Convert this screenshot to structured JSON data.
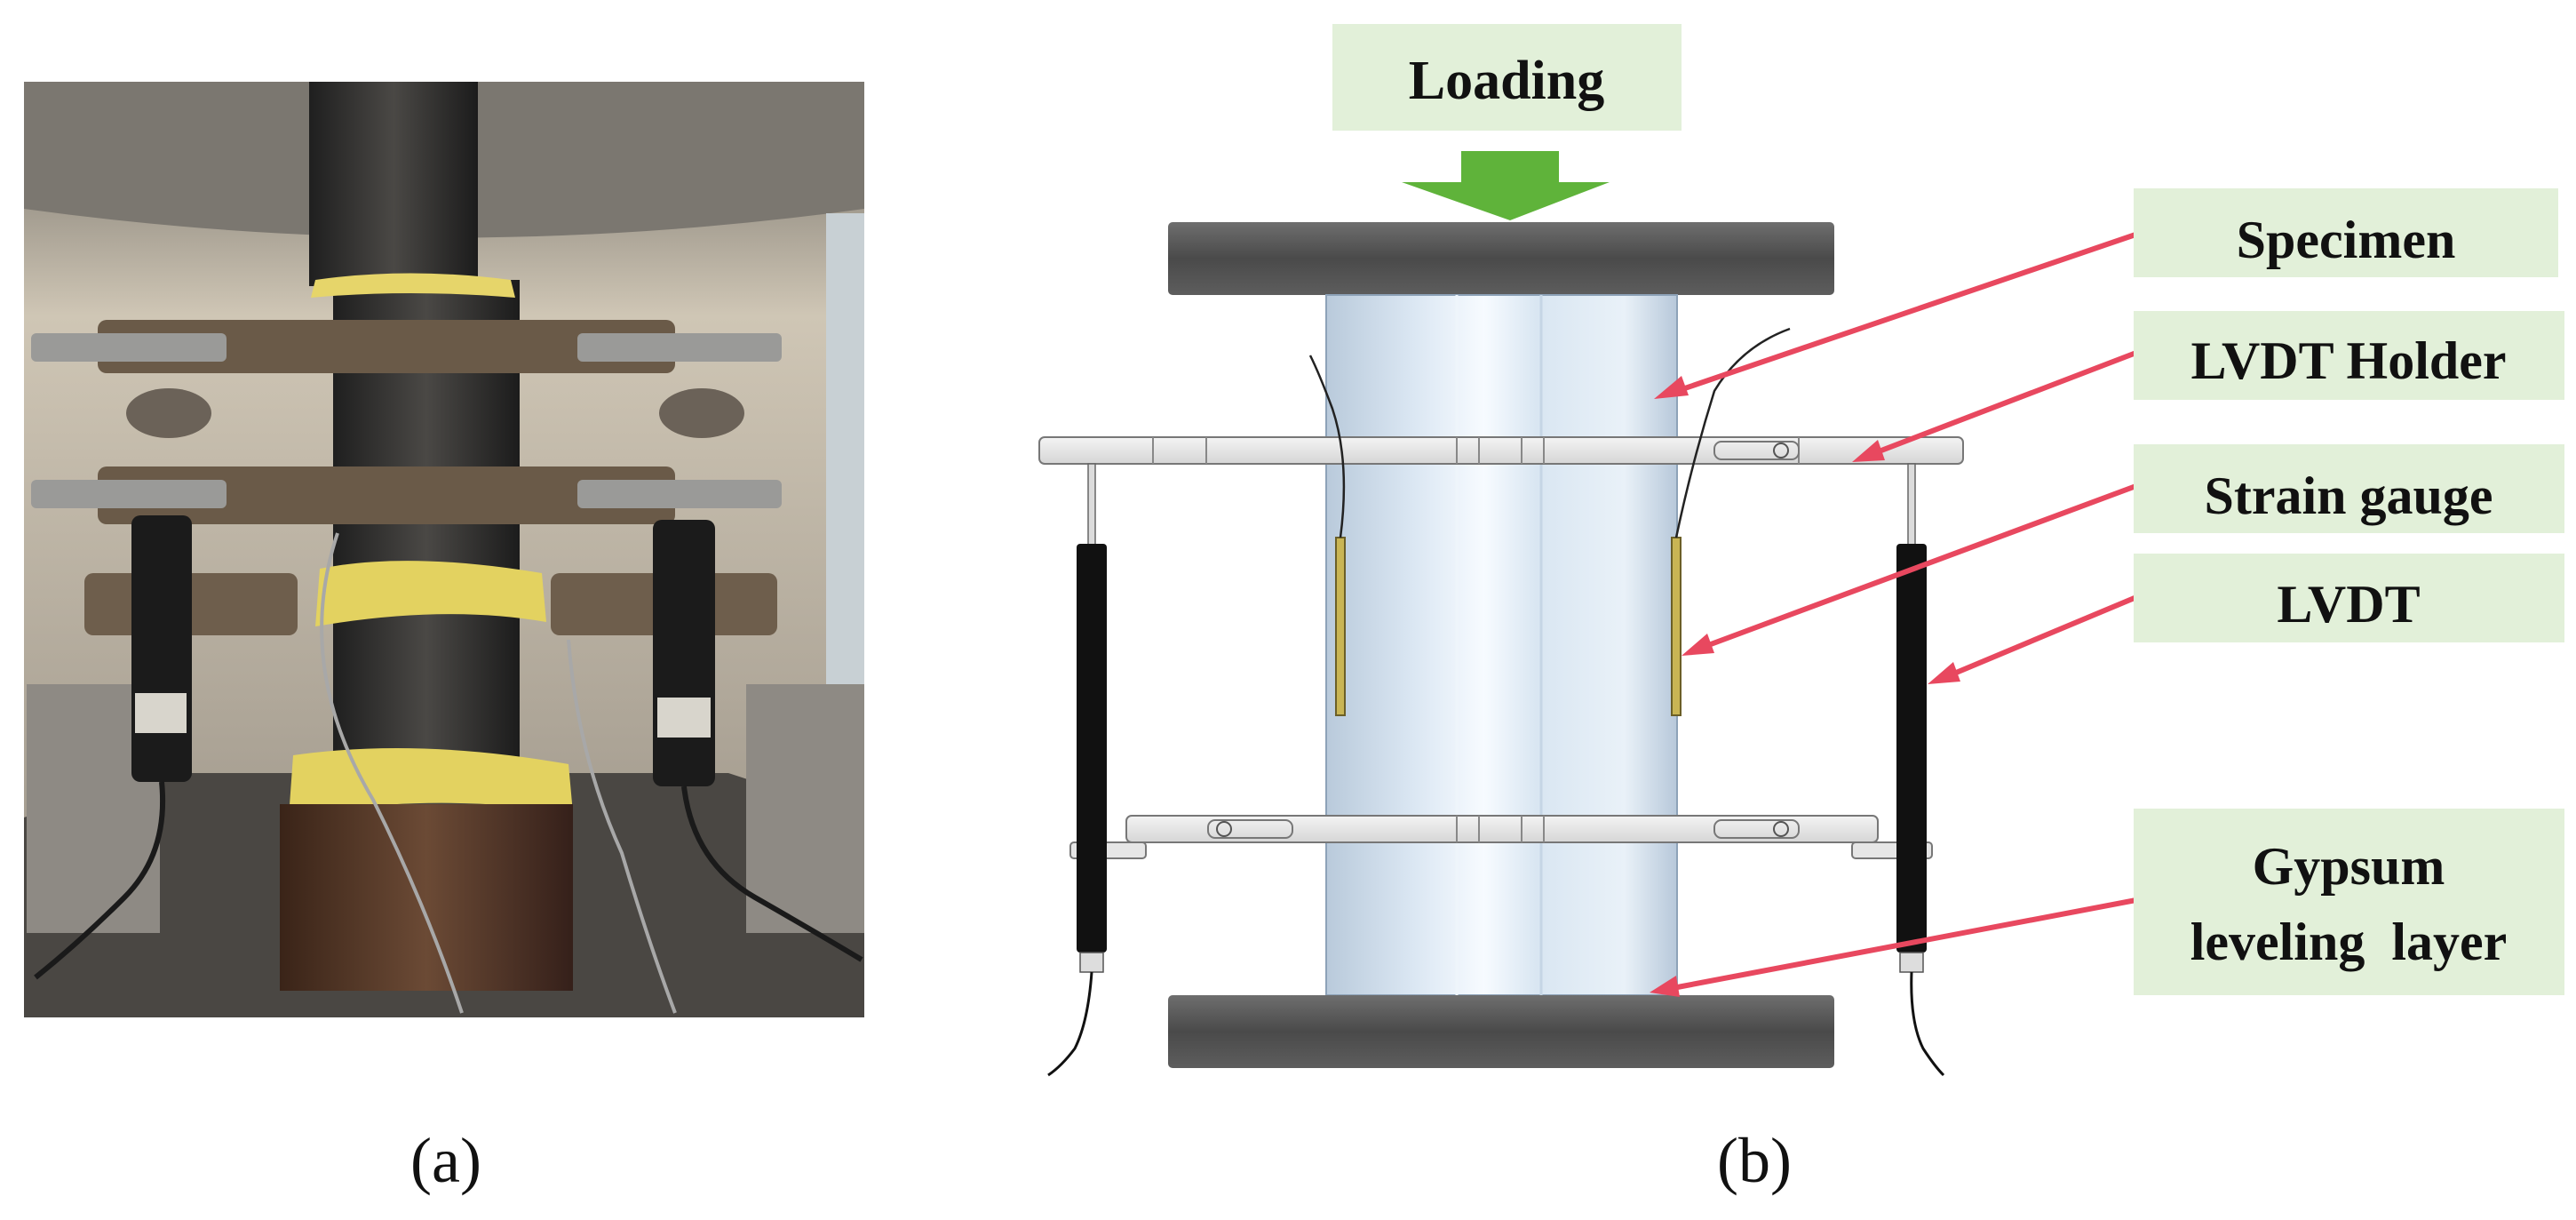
{
  "panel_a": {
    "caption": "(a)"
  },
  "panel_b": {
    "caption": "(b)",
    "loading_label": "Loading",
    "callouts": [
      {
        "id": "specimen",
        "label": "Specimen"
      },
      {
        "id": "lvdt-holder",
        "label": "LVDT Holder"
      },
      {
        "id": "strain-gauge",
        "label": "Strain gauge"
      },
      {
        "id": "lvdt",
        "label": "LVDT"
      },
      {
        "id": "gypsum",
        "label_line1": "Gypsum",
        "label_line2": "leveling  layer"
      }
    ]
  },
  "colors": {
    "label_box": "#e2f0d9",
    "arrow": "#e8485f",
    "load_arrow": "#5fb33a",
    "plate": "#555555",
    "specimen": "#c9d9ea",
    "lvdt_body": "#111111"
  }
}
